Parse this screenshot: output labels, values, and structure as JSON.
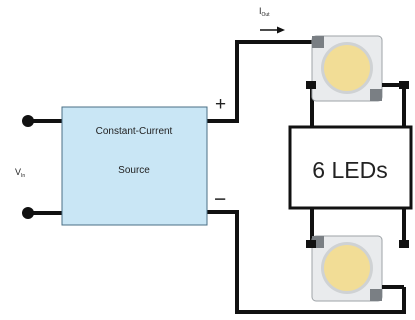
{
  "input": {
    "symbol": "V",
    "subscript": "In"
  },
  "output": {
    "symbol": "I",
    "subscript": "Out"
  },
  "source": {
    "line1": "Constant-Current",
    "line2": "Source"
  },
  "polarity": {
    "positive": "+",
    "negative": "−"
  },
  "led_group": {
    "label": "6 LEDs"
  },
  "colors": {
    "wire": "#111111",
    "source_fill": "#c9e6f5",
    "source_stroke": "#4a6f85",
    "led_phosphor": "#f2dd96",
    "led_substrate": "#e9ebed"
  }
}
